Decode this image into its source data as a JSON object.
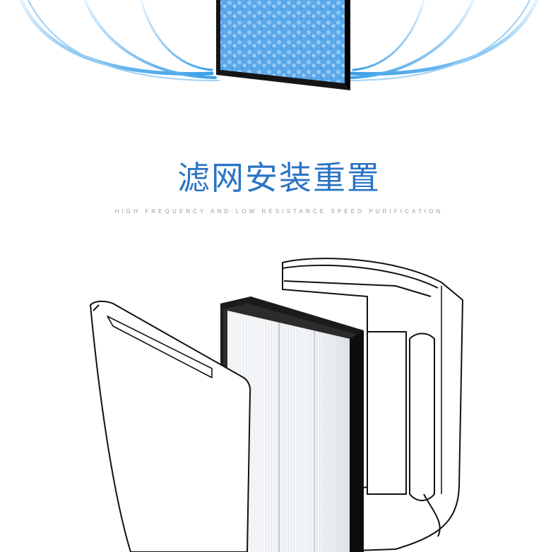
{
  "section": {
    "title": "滤网安装重置",
    "subtitle": "HIGH FREQUENCY AND LOW RESISTANCE SPEED PURIFICATION"
  },
  "colors": {
    "accent": "#2a74c4",
    "airflow": "#3a9fe6",
    "filter_media": "#6fb4ec",
    "filter_frame": "#1a1a1a"
  },
  "images": {
    "hero": "blue-filter-with-airflow-ribbons",
    "diagram": "purifier-filter-installation"
  }
}
